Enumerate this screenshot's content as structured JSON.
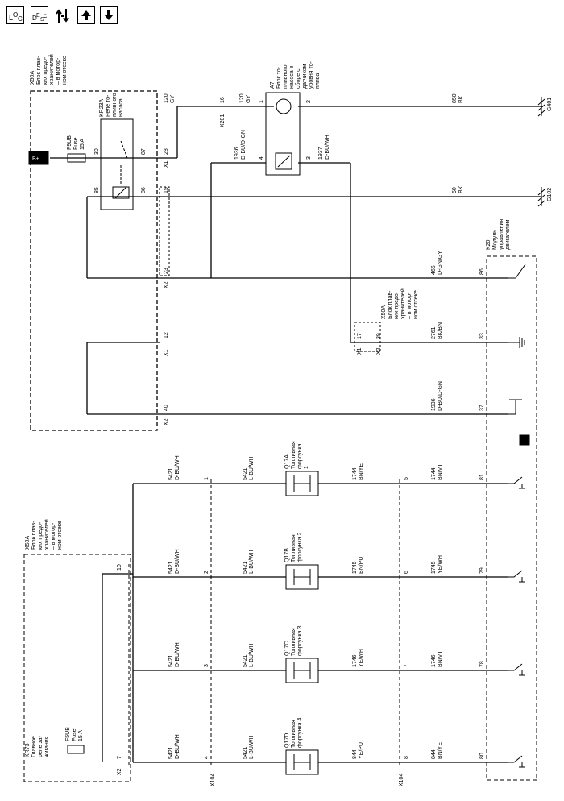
{
  "toolbar": [
    {
      "name": "toolbar-loc-button",
      "label": "LOC"
    },
    {
      "name": "toolbar-desc-button",
      "label": "DESC"
    },
    {
      "name": "toolbar-flow-button",
      "label": ""
    },
    {
      "name": "toolbar-up-button",
      "label": ""
    },
    {
      "name": "toolbar-down-button",
      "label": ""
    }
  ],
  "grounds": {
    "g401": "G401",
    "g102": "G102"
  },
  "power": {
    "label": "B+"
  },
  "x50a_top": {
    "label": "X50A\nБлок плав-\nких предо-\nхранителей\n– в мотор-\nном отсеке"
  },
  "fuse_f9ub": {
    "label": "F9UB\nFuse\n15 A"
  },
  "relay_kr23a": {
    "label": "KR23A\nРеле то-\nпливного\nнасоса"
  },
  "a7": {
    "label": "A7\nБлок то-\nпливного\nнасоса в\nсборе с\nдатчиком\nуровня то-\nплива"
  },
  "k20": {
    "label": "K20\nМодуль\nуправления\nдвигателем"
  },
  "x50a_mid": {
    "label": "X50A\nБлок плав-\nких предо-\nхранителей\n– в мотор-\nном отсеке"
  },
  "x50a_bottom": {
    "label": "X50A\nБлок плав-\nких предо-\nхранителей\n– в мотор-\nном отсеке"
  },
  "kr73": {
    "label": "KR73\nГлавное\nреле за-\nжигания"
  },
  "fuse_f5ub": {
    "label": "F5UB\nFuse\n15 A"
  },
  "wires": {
    "w120a": "120\nGY",
    "w120b": "120\nGY",
    "w850": "850\nBK",
    "w50": "50\nBK",
    "w1936": "1936\nD-BU/D-GN",
    "w1937": "1937\nD-BU/WH",
    "w465": "465\nD-GN/GY",
    "w2761": "2761\nBK/BN",
    "w1936b": "1936\nD-BU/D-GN"
  },
  "pins": {
    "p30": "30",
    "p87": "87",
    "p85": "85",
    "p86": "86",
    "p28": "28",
    "p15": "15",
    "p23": "23",
    "p12": "12",
    "p40": "40",
    "p16": "16",
    "p1m": "1",
    "p2m": "2",
    "p4": "4",
    "p3": "3",
    "p86k": "86",
    "p33": "33",
    "p37": "37",
    "p17": "17",
    "p39": "39",
    "p10": "10",
    "p7": "7"
  },
  "connectors": {
    "x1a": "X1",
    "x1b": "X1",
    "x2a": "X2",
    "x2b": "X2",
    "x201": "X201",
    "x1c": "X1",
    "x2c": "X2",
    "x2d": "X2",
    "x104a": "X104",
    "x104b": "X104"
  },
  "injectors": [
    {
      "ref": "Q17A\nТопливная\nфорсунка\n1",
      "w_in": "5421\nD-BU/WH",
      "w_mid": "5421\nL-BU/WH",
      "w_out": "1744\nBN/YE",
      "w_k20": "1744\nBN/VT",
      "pin_x104a": "1",
      "pin_x104b": "5",
      "pin_k20": "81"
    },
    {
      "ref": "Q17B\nТопливная\nфорсунка 2",
      "w_in": "5421\nD-BU/WH",
      "w_mid": "5421\nL-BU/WH",
      "w_out": "1745\nBN/PU",
      "w_k20": "1745\nYE/WH",
      "pin_x104a": "2",
      "pin_x104b": "6",
      "pin_k20": "79"
    },
    {
      "ref": "Q17C\nТопливная\nфорсунка 3",
      "w_in": "5421\nD-BU/WH",
      "w_mid": "5421\nL-BU/WH",
      "w_out": "1746\nYE/WH",
      "w_k20": "1746\nBN/VT",
      "pin_x104a": "3",
      "pin_x104b": "7",
      "pin_k20": "78"
    },
    {
      "ref": "Q17D\nТопливная\nфорсунка 4",
      "w_in": "5421\nD-BU/WH",
      "w_mid": "5421\nL-BU/WH",
      "w_out": "844\nYE/PU",
      "w_k20": "844\nBN/YE",
      "pin_x104a": "4",
      "pin_x104b": "8",
      "pin_k20": "80"
    }
  ]
}
